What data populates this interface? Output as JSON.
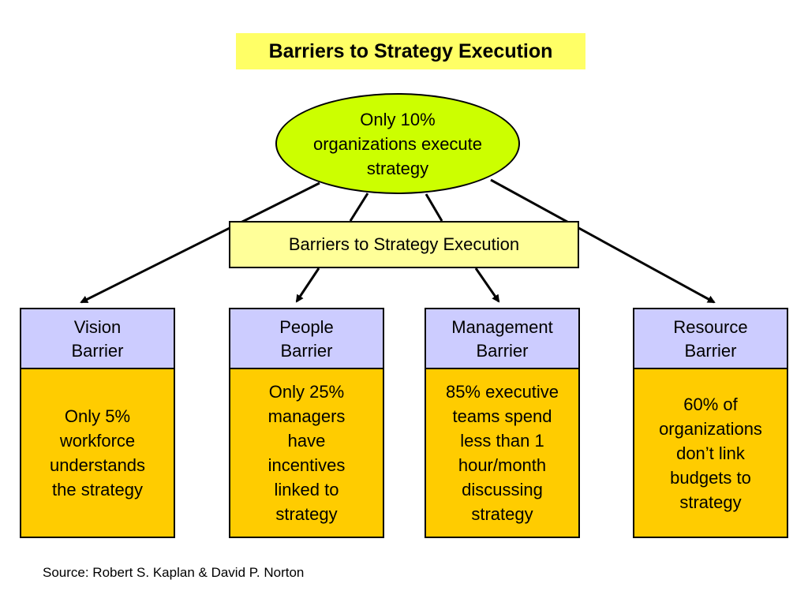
{
  "title": "Barriers to Strategy Execution",
  "oval_text": "Only 10%\norganizations execute\nstrategy",
  "subtitle": "Barriers to Strategy Execution",
  "barriers": [
    {
      "heading": "Vision\nBarrier",
      "detail": "Only 5%\nworkforce\nunderstands\nthe strategy"
    },
    {
      "heading": "People\nBarrier",
      "detail": "Only 25%\nmanagers\nhave\nincentives\nlinked to\nstrategy"
    },
    {
      "heading": "Management\nBarrier",
      "detail": "85% executive\nteams spend\nless than 1\nhour/month\ndiscussing\nstrategy"
    },
    {
      "heading": "Resource\nBarrier",
      "detail": "60% of\norganizations\ndon’t link\nbudgets to\nstrategy"
    }
  ],
  "source": "Source: Robert S. Kaplan & David P. Norton",
  "colors": {
    "title_bg": "#ffff66",
    "oval_fill": "#ccff00",
    "subtitle_bg": "#ffff99",
    "barrier_head": "#ccccff",
    "barrier_body": "#ffcc00"
  }
}
